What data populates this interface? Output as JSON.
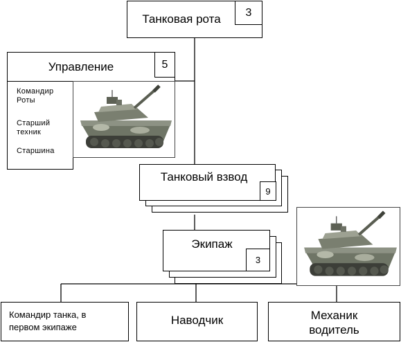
{
  "company": {
    "title": "Танковая рота",
    "count": "3"
  },
  "management": {
    "title": "Управление",
    "count": "5",
    "staff": [
      "Командир Роты",
      "Старший техник",
      "Старшина"
    ],
    "staff_lines": [
      [
        "Командир",
        "Роты"
      ],
      [
        "Старший",
        "техник"
      ],
      [
        "Старшина"
      ]
    ]
  },
  "platoon": {
    "title": "Танковый взвод",
    "count": "9"
  },
  "crew": {
    "title": "Экипаж",
    "count": "3"
  },
  "roles": [
    {
      "label": "Командир танка, в первом экипаже",
      "lines": [
        "Командир танка, в",
        "первом экипаже"
      ]
    },
    {
      "label": "Наводчик",
      "lines": [
        "Наводчик"
      ]
    },
    {
      "label": "Механик водитель",
      "lines": [
        "Механик",
        "водитель"
      ]
    }
  ],
  "images": [
    "tank-photo",
    "tank-photo"
  ]
}
